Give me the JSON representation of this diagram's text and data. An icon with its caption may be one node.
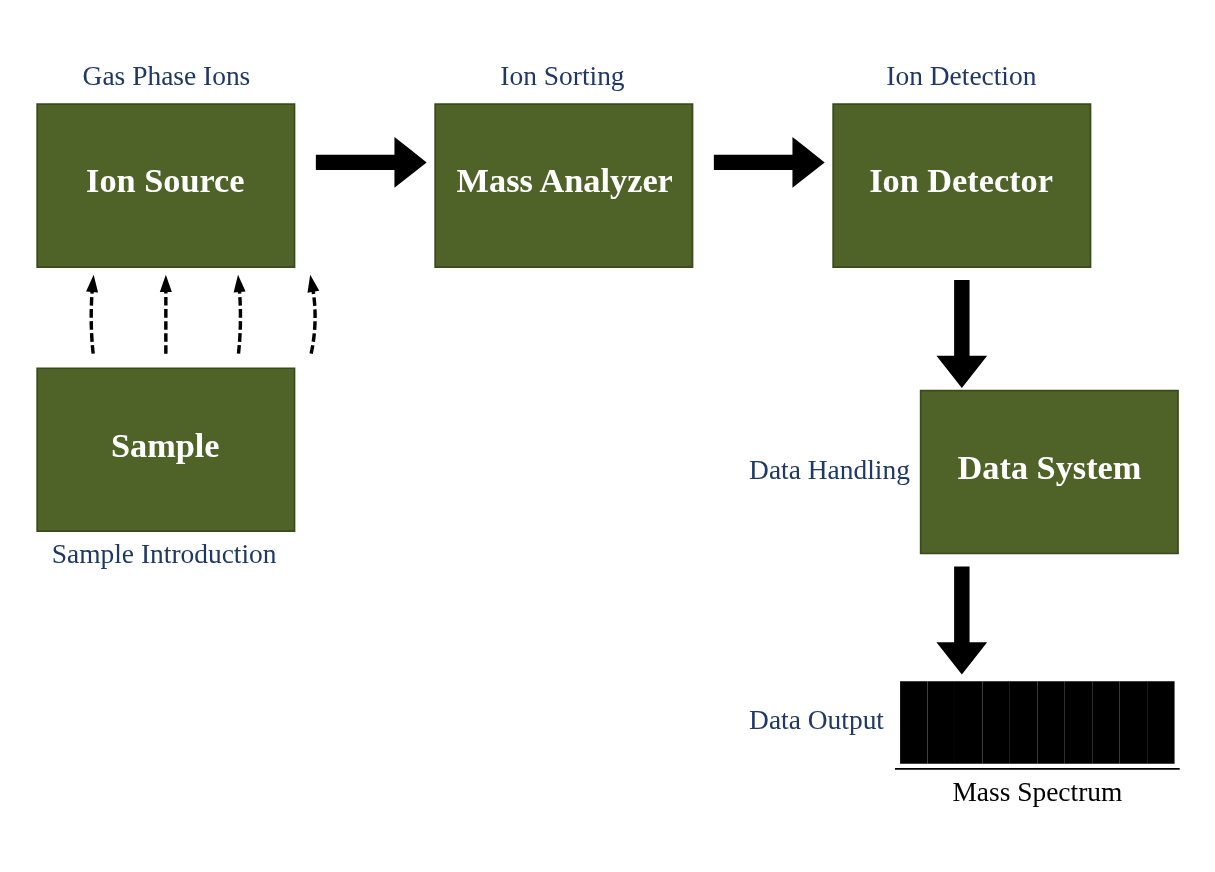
{
  "diagram": {
    "nodes": [
      {
        "text": [
          "Ion Source"
        ],
        "beside": [
          "Gas Phase Ions"
        ]
      },
      {
        "text": [
          "Mass Analyzer"
        ],
        "beside": [
          "Ion Sorting"
        ]
      },
      {
        "text": [
          "Ion Detector"
        ],
        "beside": [
          "Ion Detection"
        ]
      },
      {
        "text": [
          "Sample"
        ],
        "beside": [
          "Sample Introduction"
        ]
      },
      {
        "text": [
          "Data System"
        ],
        "beside": [
          "Data Handling"
        ]
      },
      {
        "text": [],
        "shape": "picture",
        "beside": [
          "Data Output",
          "Mass Spectrum"
        ]
      }
    ],
    "edges": [
      {
        "from": 0,
        "to": 1,
        "arrow": "to",
        "style": "thick"
      },
      {
        "from": 1,
        "to": 2,
        "arrow": "to",
        "style": "thick"
      },
      {
        "from": 2,
        "to": 4,
        "arrow": "to",
        "style": "thick"
      },
      {
        "from": 4,
        "to": 5,
        "arrow": "to",
        "style": "thick"
      },
      {
        "from": 3,
        "to": 0,
        "arrow": "to",
        "style": "dashed"
      },
      {
        "from": 3,
        "to": 0,
        "arrow": "to",
        "style": "dashed"
      },
      {
        "from": 3,
        "to": 0,
        "arrow": "to",
        "style": "dashed"
      },
      {
        "from": 3,
        "to": 0,
        "arrow": "to",
        "style": "dashed"
      }
    ]
  }
}
